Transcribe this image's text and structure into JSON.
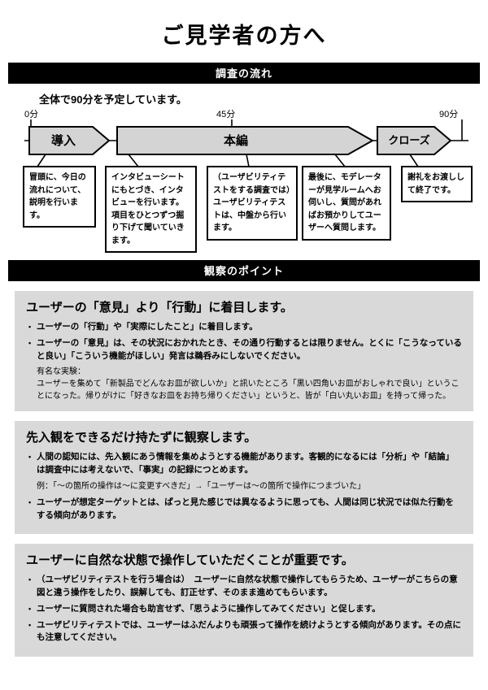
{
  "page": {
    "title": "ご見学者の方へ"
  },
  "flow": {
    "header": "調査の流れ",
    "intro": "全体で90分を予定しています。",
    "ticks": [
      "0分",
      "45分",
      "90分"
    ],
    "phases": [
      "導入",
      "本編",
      "クローズ"
    ],
    "notes": [
      "冒頭に、今日の流れについて、説明を行います。",
      "インタビューシートにもとづき、インタビューを行います。項目をひとつずつ掘り下げて聞いていきます。",
      "（ユーザビリティテストをする調査では）ユーザビリティテストは、中盤から行います。",
      "最後に、モデレーターが見学ルームへお伺いし、質問があればお預かりしてユーザーへ質問します。",
      "謝礼をお渡しして終了です。"
    ]
  },
  "points": {
    "header": "観察のポイント",
    "items": [
      {
        "title": "ユーザーの「意見」より「行動」に着目します。",
        "bullets": [
          "ユーザーの「行動」や「実際にしたこと」に着目します。",
          "ユーザーの「意見」は、その状況におかれたとき、その通り行動するとは限りません。とくに「こうなっていると良い」「こういう機能がほしい」発言は鵜呑みにしないでください。"
        ],
        "note_title": "有名な実験：",
        "note_body": "ユーザーを集めて「新製品でどんなお皿が欲しいか」と訊いたところ「黒い四角いお皿がおしゃれで良い」ということになった。帰りがけに「好きなお皿をお持ち帰りください」というと、皆が「白い丸いお皿」を持って帰った。"
      },
      {
        "title": "先入観をできるだけ持たずに観察します。",
        "bullets": [
          "人間の認知には、先入観にあう情報を集めようとする機能があります。客観的になるには「分析」や「結論」は調査中には考えないで、「事実」の記録につとめます。",
          "ユーザーが想定ターゲットとは、ぱっと見た感じでは異なるように思っても、人間は同じ状況では似た行動をする傾向があります。"
        ],
        "example": "例：「～の箇所の操作は～に変更すべきだ」→「ユーザーは～の箇所で操作につまづいた」"
      },
      {
        "title": "ユーザーに自然な状態で操作していただくことが重要です。",
        "bullets": [
          "（ユーザビリティテストを行う場合は）　ユーザーに自然な状態で操作してもらうため、ユーザーがこちらの意図と違う操作をしたり、誤解しても、訂正せず、そのまま進めてもらいます。",
          "ユーザーに質問された場合も助言せず、「思うように操作してみてください」と促します。",
          "ユーザビリティテストでは、ユーザーはふだんよりも頑張って操作を続けようとする傾向があります。その点にも注意してください。"
        ]
      }
    ]
  }
}
